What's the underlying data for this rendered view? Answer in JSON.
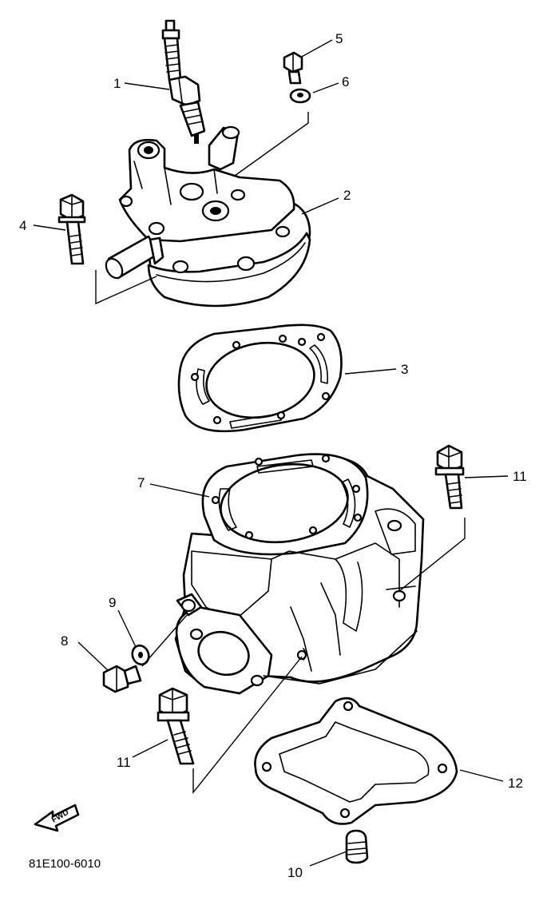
{
  "drawing_code": "81E100-6010",
  "forward_arrow_text": "FWD",
  "callouts": {
    "spark_plug": "1",
    "cylinder_head": "2",
    "head_gasket": "3",
    "head_bolt": "4",
    "top_bolt": "5",
    "washer_top": "6",
    "cylinder": "7",
    "drain_bolt": "8",
    "drain_washer": "9",
    "dowel_pin": "10",
    "cylinder_bolt_right": "11",
    "cylinder_bolt_lower": "11",
    "base_gasket": "12"
  }
}
